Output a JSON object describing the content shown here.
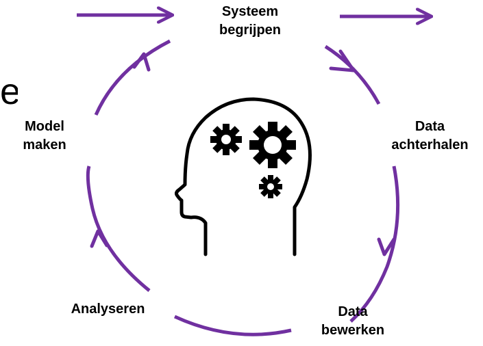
{
  "diagram": {
    "accent_color": "#7030a0",
    "stray_glyph": "e",
    "steps": [
      {
        "id": "systeem",
        "lines": [
          "Systeem",
          "begrijpen"
        ]
      },
      {
        "id": "data-achterhalen",
        "lines": [
          "Data",
          "achterhalen"
        ]
      },
      {
        "id": "data-bewerken",
        "lines": [
          "Data",
          "bewerken"
        ]
      },
      {
        "id": "analyseren",
        "lines": [
          "Analyseren"
        ]
      },
      {
        "id": "model-maken",
        "lines": [
          "Model",
          "maken"
        ]
      }
    ],
    "center_icon": "head-with-gears-icon"
  }
}
